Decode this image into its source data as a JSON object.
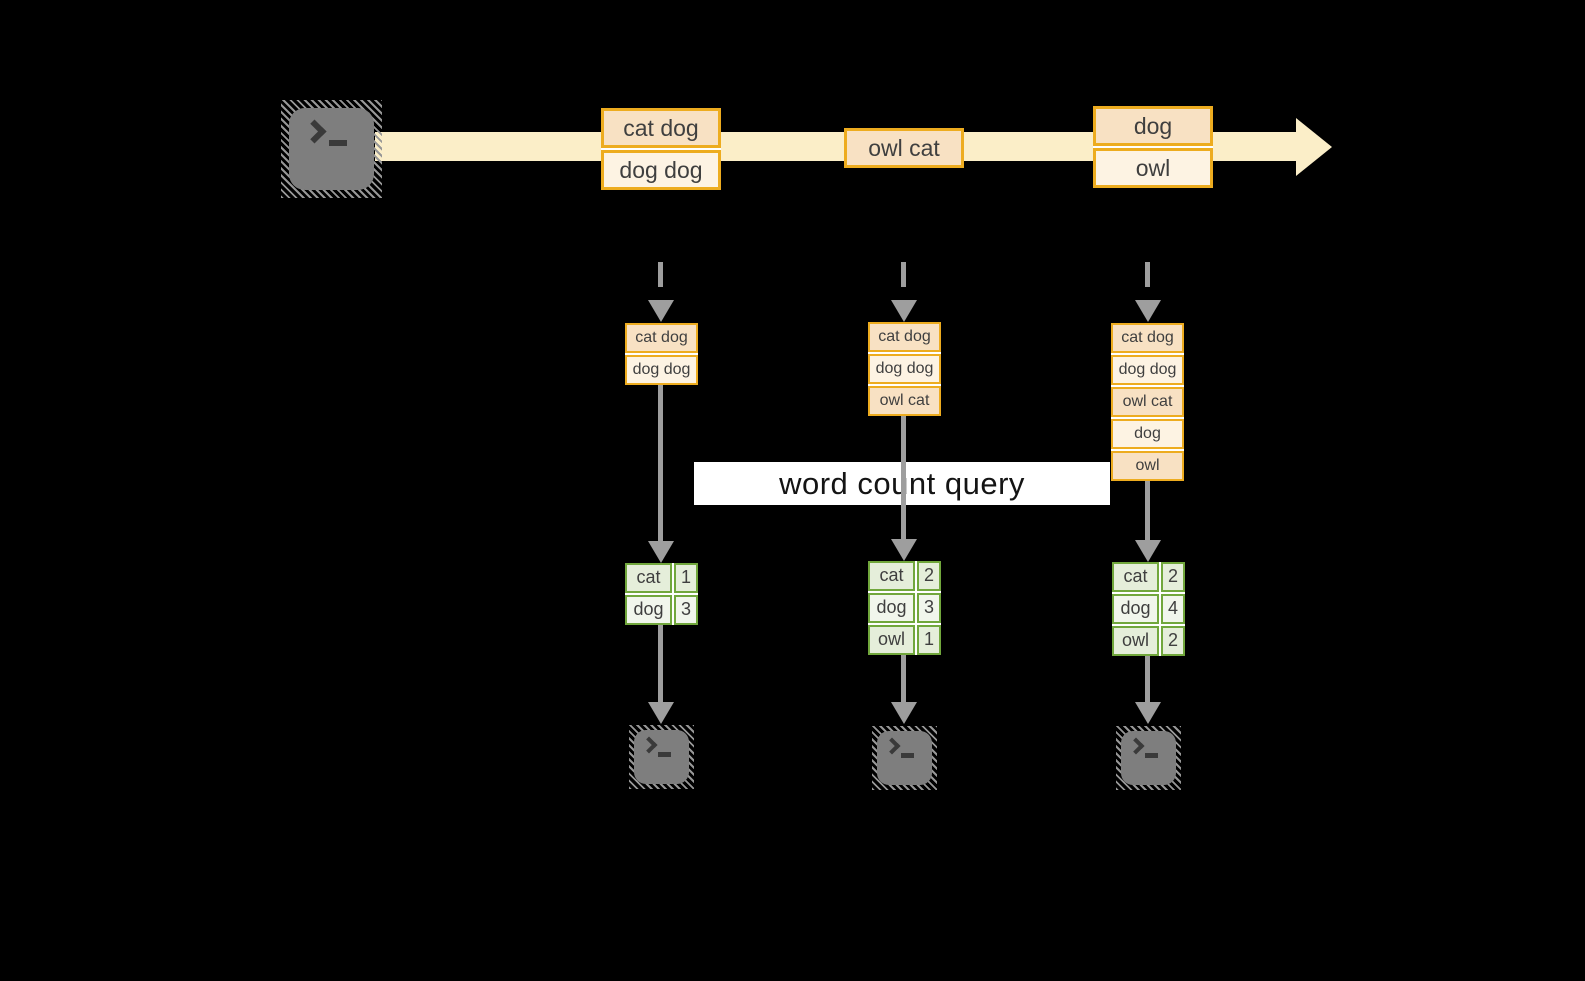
{
  "query_label": "word count query",
  "stream": {
    "events": [
      {
        "rows": [
          "cat dog",
          "dog dog"
        ]
      },
      {
        "rows": [
          "owl cat"
        ]
      },
      {
        "rows": [
          "dog",
          "owl"
        ]
      }
    ]
  },
  "consumers": [
    {
      "state": [
        "cat dog",
        "dog dog"
      ],
      "counts": [
        {
          "word": "cat",
          "count": "1"
        },
        {
          "word": "dog",
          "count": "3"
        }
      ]
    },
    {
      "state": [
        "cat dog",
        "dog dog",
        "owl cat"
      ],
      "counts": [
        {
          "word": "cat",
          "count": "2"
        },
        {
          "word": "dog",
          "count": "3"
        },
        {
          "word": "owl",
          "count": "1"
        }
      ]
    },
    {
      "state": [
        "cat dog",
        "dog dog",
        "owl cat",
        "dog",
        "owl"
      ],
      "counts": [
        {
          "word": "cat",
          "count": "2"
        },
        {
          "word": "dog",
          "count": "4"
        },
        {
          "word": "owl",
          "count": "2"
        }
      ]
    }
  ],
  "icons": {
    "source": "terminal-icon",
    "sinks": [
      "terminal-icon",
      "terminal-icon",
      "terminal-icon"
    ],
    "stream_arrowhead": "arrow-right-icon",
    "flow_arrowheads": "arrow-down-icon"
  },
  "colors": {
    "bg": "#000000",
    "band": "#fbeec8",
    "orange": "#edac1f",
    "peach": "#f8e1c3",
    "cream": "#fdf3e3",
    "green": "#71a73c",
    "green-a": "#e5eeda",
    "green-b": "#f1f6ec",
    "arrow": "#9e9e9e",
    "icon": "#7e7e7e",
    "glyph": "#3a3a3a",
    "text": "#3f3f3f",
    "query-bg": "#ffffff",
    "query-text": "#141414"
  }
}
